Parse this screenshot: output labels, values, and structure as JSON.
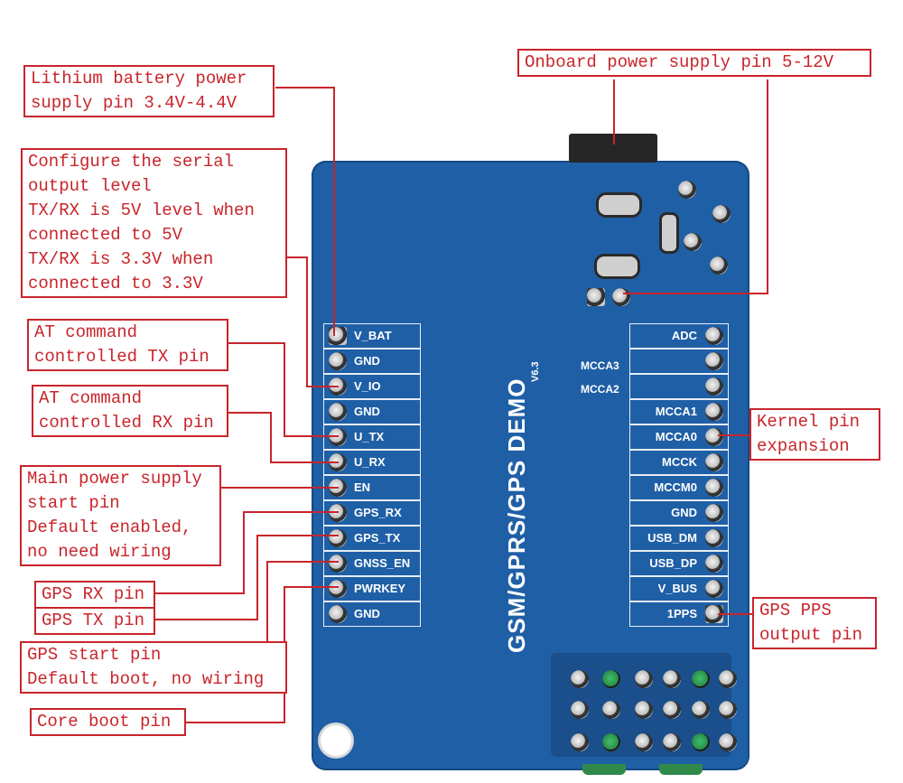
{
  "board": {
    "title": "GSM/GPRS/GPS DEMO",
    "version": "V6.3",
    "left_pins": [
      "V_BAT",
      "GND",
      "V_IO",
      "GND",
      "U_TX",
      "U_RX",
      "EN",
      "GPS_RX",
      "GPS_TX",
      "GNSS_EN",
      "PWRKEY",
      "GND"
    ],
    "right_pins": [
      "ADC",
      "",
      "",
      "MCCA1",
      "MCCA0",
      "MCCK",
      "MCCM0",
      "GND",
      "USB_DM",
      "USB_DP",
      "V_BUS",
      "1PPS"
    ],
    "mid_labels": [
      "MCCA3",
      "MCCA2"
    ]
  },
  "callouts": {
    "lithium_battery": [
      "Lithium battery power",
      "supply pin 3.4V-4.4V"
    ],
    "onboard_power": [
      "Onboard power supply pin 5-12V"
    ],
    "serial_level": [
      "Configure the serial",
      "output level",
      "TX/RX is 5V level when",
      "connected to 5V",
      "TX/RX is 3.3V when",
      "connected to 3.3V"
    ],
    "at_tx": [
      "AT command",
      "controlled TX pin"
    ],
    "at_rx": [
      "AT command",
      "controlled RX pin"
    ],
    "main_power": [
      "Main power supply",
      "start pin",
      "Default enabled,",
      "no need wiring"
    ],
    "gps_rx": [
      "GPS RX pin"
    ],
    "gps_tx": [
      "GPS TX pin"
    ],
    "gps_start": [
      "GPS start pin",
      "Default boot, no wiring"
    ],
    "core_boot": [
      "Core boot pin"
    ],
    "kernel_pin": [
      "Kernel pin",
      "expansion"
    ],
    "gps_pps": [
      "GPS PPS",
      "output pin"
    ]
  },
  "colors": {
    "annotation": "#c8252b",
    "board": "#1f5fa6"
  }
}
